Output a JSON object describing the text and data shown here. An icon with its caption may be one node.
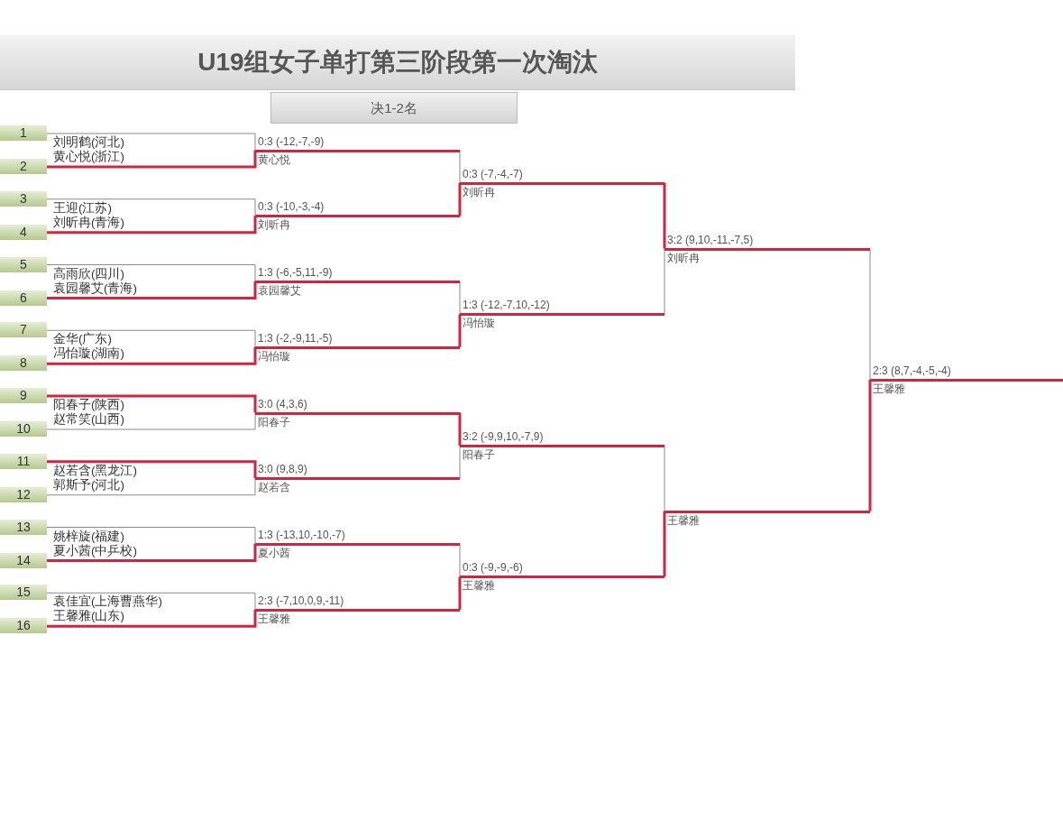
{
  "diagram": {
    "title": "U19组女子单打第三阶段第一次淘汰",
    "nodes": [
      {
        "text": [
          "决1-2名"
        ]
      },
      {
        "text": [
          "1"
        ]
      },
      {
        "text": [
          "刘明鹤(河北)"
        ]
      },
      {
        "text": [
          "2"
        ]
      },
      {
        "text": [
          "黄心悦(浙江)"
        ]
      },
      {
        "text": [
          "3"
        ]
      },
      {
        "text": [
          "王迎(江苏)"
        ]
      },
      {
        "text": [
          "4"
        ]
      },
      {
        "text": [
          "刘昕冉(青海)"
        ]
      },
      {
        "text": [
          "5"
        ]
      },
      {
        "text": [
          "高雨欣(四川)"
        ]
      },
      {
        "text": [
          "6"
        ]
      },
      {
        "text": [
          "袁园馨艾(青海)"
        ]
      },
      {
        "text": [
          "7"
        ]
      },
      {
        "text": [
          "金华(广东)"
        ]
      },
      {
        "text": [
          "8"
        ]
      },
      {
        "text": [
          "冯怡璇(湖南)"
        ]
      },
      {
        "text": [
          "9"
        ]
      },
      {
        "text": [
          "阳春子(陕西)"
        ]
      },
      {
        "text": [
          "10"
        ]
      },
      {
        "text": [
          "赵常笑(山西)"
        ]
      },
      {
        "text": [
          "11"
        ]
      },
      {
        "text": [
          "赵若含(黑龙江)"
        ]
      },
      {
        "text": [
          "12"
        ]
      },
      {
        "text": [
          "郭斯予(河北)"
        ]
      },
      {
        "text": [
          "13"
        ]
      },
      {
        "text": [
          "姚梓旋(福建)"
        ]
      },
      {
        "text": [
          "14"
        ]
      },
      {
        "text": [
          "夏小茜(中乒校)"
        ]
      },
      {
        "text": [
          "15"
        ]
      },
      {
        "text": [
          "袁佳宜(上海曹燕华)"
        ]
      },
      {
        "text": [
          "16"
        ]
      },
      {
        "text": [
          "王馨雅(山东)"
        ]
      },
      {
        "text": [
          "0:3 (-12,-7,-9)",
          "黄心悦"
        ]
      },
      {
        "text": [
          "0:3 (-10,-3,-4)",
          "刘昕冉"
        ]
      },
      {
        "text": [
          "1:3 (-6,-5,11,-9)",
          "袁园馨艾"
        ]
      },
      {
        "text": [
          "1:3 (-2,-9,11,-5)",
          "冯怡璇"
        ]
      },
      {
        "text": [
          "3:0 (4,3,6)",
          "阳春子"
        ]
      },
      {
        "text": [
          "3:0 (9,8,9)",
          "赵若含"
        ]
      },
      {
        "text": [
          "1:3 (-13,10,-10,-7)",
          "夏小茜"
        ]
      },
      {
        "text": [
          "2:3 (-7,10,0,9,-11)",
          "王馨雅"
        ]
      },
      {
        "text": [
          "0:3 (-7,-4,-7)",
          "刘昕冉"
        ]
      },
      {
        "text": [
          "1:3 (-12,-7,10,-12)",
          "冯怡璇"
        ]
      },
      {
        "text": [
          "3:2 (-9,9,10,-7,9)",
          "阳春子"
        ]
      },
      {
        "text": [
          "0:3 (-9,-9,-6)",
          "王馨雅"
        ]
      },
      {
        "text": [
          "3:2 (9,10,-11,-7,5)",
          "刘昕冉"
        ]
      },
      {
        "text": [
          "王馨雅"
        ]
      },
      {
        "text": [
          "2:3 (8,7,-4,-5,-4)",
          "王馨雅"
        ]
      }
    ],
    "edges": [
      {
        "from": 2,
        "to": 33,
        "arrow": "none"
      },
      {
        "from": 4,
        "to": 33,
        "arrow": "none",
        "style": "thick",
        "color": "#d0243f"
      },
      {
        "from": 6,
        "to": 34,
        "arrow": "none"
      },
      {
        "from": 8,
        "to": 34,
        "arrow": "none",
        "style": "thick",
        "color": "#d0243f"
      },
      {
        "from": 10,
        "to": 35,
        "arrow": "none"
      },
      {
        "from": 12,
        "to": 35,
        "arrow": "none",
        "style": "thick",
        "color": "#d0243f"
      },
      {
        "from": 14,
        "to": 36,
        "arrow": "none"
      },
      {
        "from": 16,
        "to": 36,
        "arrow": "none",
        "style": "thick",
        "color": "#d0243f"
      },
      {
        "from": 18,
        "to": 37,
        "arrow": "none",
        "style": "thick",
        "color": "#d0243f"
      },
      {
        "from": 20,
        "to": 37,
        "arrow": "none"
      },
      {
        "from": 22,
        "to": 38,
        "arrow": "none",
        "style": "thick",
        "color": "#d0243f"
      },
      {
        "from": 24,
        "to": 38,
        "arrow": "none"
      },
      {
        "from": 26,
        "to": 39,
        "arrow": "none"
      },
      {
        "from": 28,
        "to": 39,
        "arrow": "none",
        "style": "thick",
        "color": "#d0243f"
      },
      {
        "from": 30,
        "to": 40,
        "arrow": "none"
      },
      {
        "from": 32,
        "to": 40,
        "arrow": "none",
        "style": "thick",
        "color": "#d0243f"
      },
      {
        "from": 33,
        "to": 41,
        "arrow": "none"
      },
      {
        "from": 34,
        "to": 41,
        "arrow": "none",
        "style": "thick",
        "color": "#d0243f"
      },
      {
        "from": 35,
        "to": 42,
        "arrow": "none"
      },
      {
        "from": 36,
        "to": 42,
        "arrow": "none",
        "style": "thick",
        "color": "#d0243f"
      },
      {
        "from": 37,
        "to": 43,
        "arrow": "none",
        "style": "thick",
        "color": "#d0243f"
      },
      {
        "from": 38,
        "to": 43,
        "arrow": "none"
      },
      {
        "from": 39,
        "to": 44,
        "arrow": "none"
      },
      {
        "from": 40,
        "to": 44,
        "arrow": "none",
        "style": "thick",
        "color": "#d0243f"
      },
      {
        "from": 41,
        "to": 45,
        "arrow": "none",
        "style": "thick",
        "color": "#d0243f"
      },
      {
        "from": 42,
        "to": 45,
        "arrow": "none"
      },
      {
        "from": 43,
        "to": 46,
        "arrow": "none"
      },
      {
        "from": 44,
        "to": 46,
        "arrow": "none",
        "style": "thick",
        "color": "#d0243f"
      },
      {
        "from": 45,
        "to": 47,
        "arrow": "none"
      },
      {
        "from": 46,
        "to": 47,
        "arrow": "none",
        "style": "thick",
        "color": "#d0243f"
      }
    ]
  }
}
